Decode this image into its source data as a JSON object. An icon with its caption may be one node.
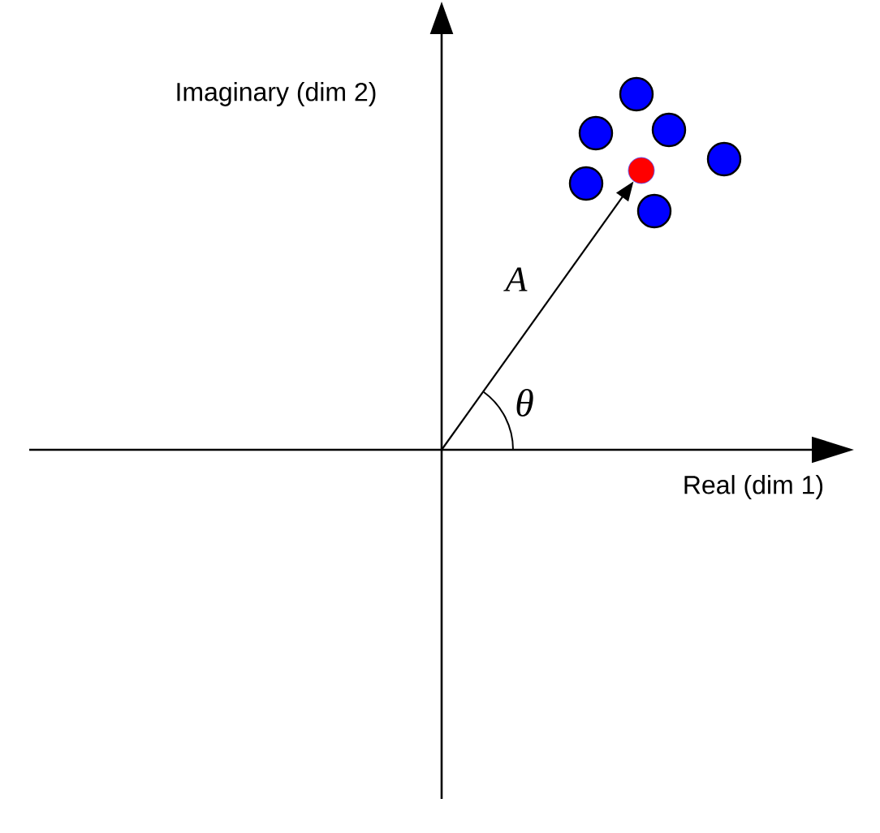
{
  "diagram": {
    "nodes": [
      {
        "text": [],
        "shape": "circle"
      },
      {
        "text": [],
        "shape": "circle"
      },
      {
        "text": [],
        "shape": "circle"
      },
      {
        "text": [],
        "shape": "circle"
      },
      {
        "text": [],
        "shape": "circle"
      },
      {
        "text": [],
        "shape": "circle"
      },
      {
        "text": [],
        "shape": "circle"
      }
    ],
    "edges": [
      {
        "from": null,
        "to": 3,
        "arrow": "to",
        "label": "A"
      }
    ],
    "labels": [
      "Imaginary (dim 2)",
      "θ",
      "Real (dim 1)"
    ]
  }
}
